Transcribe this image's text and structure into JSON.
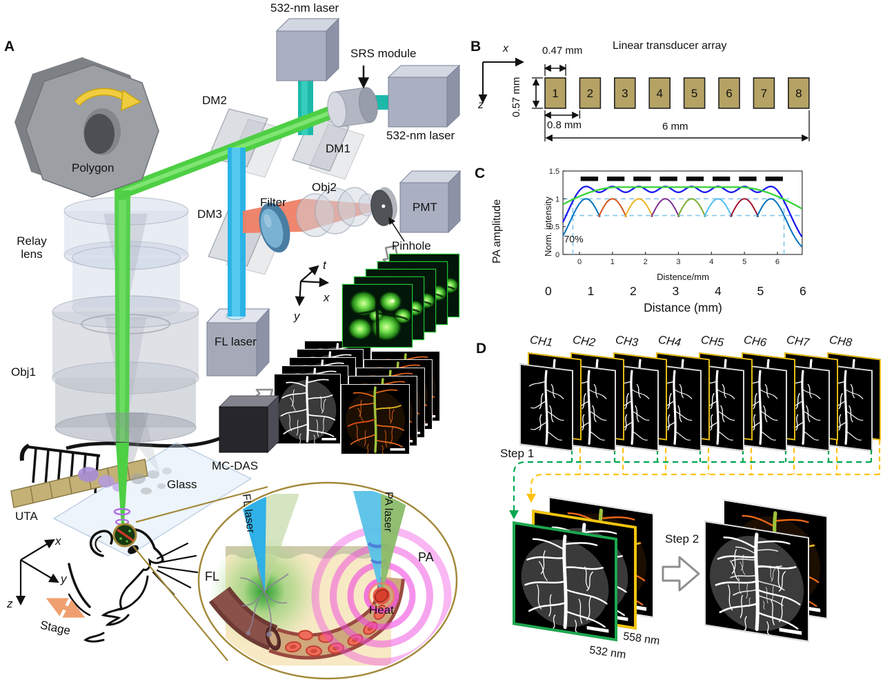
{
  "figure": {
    "panelA": "A",
    "panelB": "B",
    "panelC": "C",
    "panelD": "D"
  },
  "panelA": {
    "labels": {
      "laser_top": "532-nm laser",
      "srs_module": "SRS module",
      "laser_right": "532-nm laser",
      "dm1": "DM1",
      "dm2": "DM2",
      "dm3": "DM3",
      "polygon": "Polygon",
      "relay_lens": "Relay\nlens",
      "obj1": "Obj1",
      "fl_laser": "FL laser",
      "filter": "Filter",
      "obj2": "Obj2",
      "pmt": "PMT",
      "pinhole": "Pinhole",
      "axis_t": "t",
      "axis_x": "x",
      "axis_y": "y",
      "mc_das": "MC-DAS",
      "glass": "Glass",
      "uta": "UTA",
      "axis_x2": "x",
      "axis_y2": "y",
      "axis_z2": "z",
      "stage": "Stage"
    },
    "inset": {
      "fl_laser": "FL laser",
      "pa_laser": "PA laser",
      "fl": "FL",
      "pa": "PA",
      "heat": "Heat"
    }
  },
  "panelB": {
    "title": "Linear transducer array",
    "axis_x": "x",
    "axis_z": "z",
    "width_label": "0.47 mm",
    "height_label": "0.57 mm",
    "pitch_label": "0.8 mm",
    "total_label": "6 mm",
    "elements": [
      "1",
      "2",
      "3",
      "4",
      "5",
      "6",
      "7",
      "8"
    ]
  },
  "chart_data": {
    "type": "line",
    "panel": "C",
    "title": "",
    "ylabel_outer": "PA amplitude",
    "ylabel_inner": "Norm. intensity",
    "xlabel_inner": "Distence/mm",
    "xlabel_outer": "Distance (mm)",
    "xlim": [
      -0.5,
      6.75
    ],
    "ylim": [
      0,
      1.5
    ],
    "xticks": [
      0,
      1,
      2,
      3,
      4,
      5,
      6
    ],
    "yticks": [
      0,
      0.5,
      1,
      1.5
    ],
    "outer_xticks": [
      0,
      1,
      2,
      3,
      4,
      5,
      6
    ],
    "annotation": "70%",
    "hlines": [
      1,
      0.7
    ],
    "vlines": [
      -0.2,
      6.2
    ],
    "transducer_bars": {
      "centers": [
        0.3,
        1.1,
        1.9,
        2.7,
        3.5,
        4.3,
        5.1,
        5.9
      ],
      "width": 0.53,
      "y_bottom": 1.32,
      "y_top": 1.4,
      "color": "#0a0a0a"
    },
    "element_beams": {
      "centers": [
        0.2,
        1.0,
        1.8,
        2.6,
        3.4,
        4.2,
        5.0,
        5.8
      ],
      "sigma": 0.4736,
      "peak": 1.0,
      "crossing": 0.7,
      "colors": [
        "#0072BD",
        "#D95319",
        "#EDB120",
        "#7E2F8E",
        "#77AC30",
        "#4DBEEE",
        "#A2142F",
        "#0072BD"
      ]
    },
    "sum_curve": {
      "color": "#1A1AF0",
      "ripple_center": 1.17,
      "ripple_amp": 0.052,
      "period": 0.8,
      "edge_sigma": 0.574,
      "flat_from": 0.2,
      "flat_to": 5.8
    },
    "envelope": {
      "color": "#35D435",
      "plateau": 1.21,
      "edge_sigma": 2.21,
      "flat_from": 1.2,
      "flat_to": 4.8
    },
    "dash_color": "#85C7EA"
  },
  "panelD": {
    "channels": [
      "CH1",
      "CH2",
      "CH3",
      "CH4",
      "CH5",
      "CH6",
      "CH7",
      "CH8"
    ],
    "step1": "Step 1",
    "step2": "Step 2",
    "nm532": "532 nm",
    "nm558": "558 nm"
  },
  "colors": {
    "beam_green": "#4ECF44",
    "beam_blue": "#2AB4E6",
    "beam_teal": "#1CB9A9",
    "beam_red": "#EE8065",
    "dashed_green": "#00A651",
    "dashed_yellow": "#FFC20E",
    "border_green": "#1CA850",
    "border_yellow": "#F2C50F",
    "transducer_tan": "#B5A264",
    "magnifier_gold": "#A3893A",
    "pa_magenta": "#F04AE0",
    "stage_orange": "#F0A070"
  }
}
